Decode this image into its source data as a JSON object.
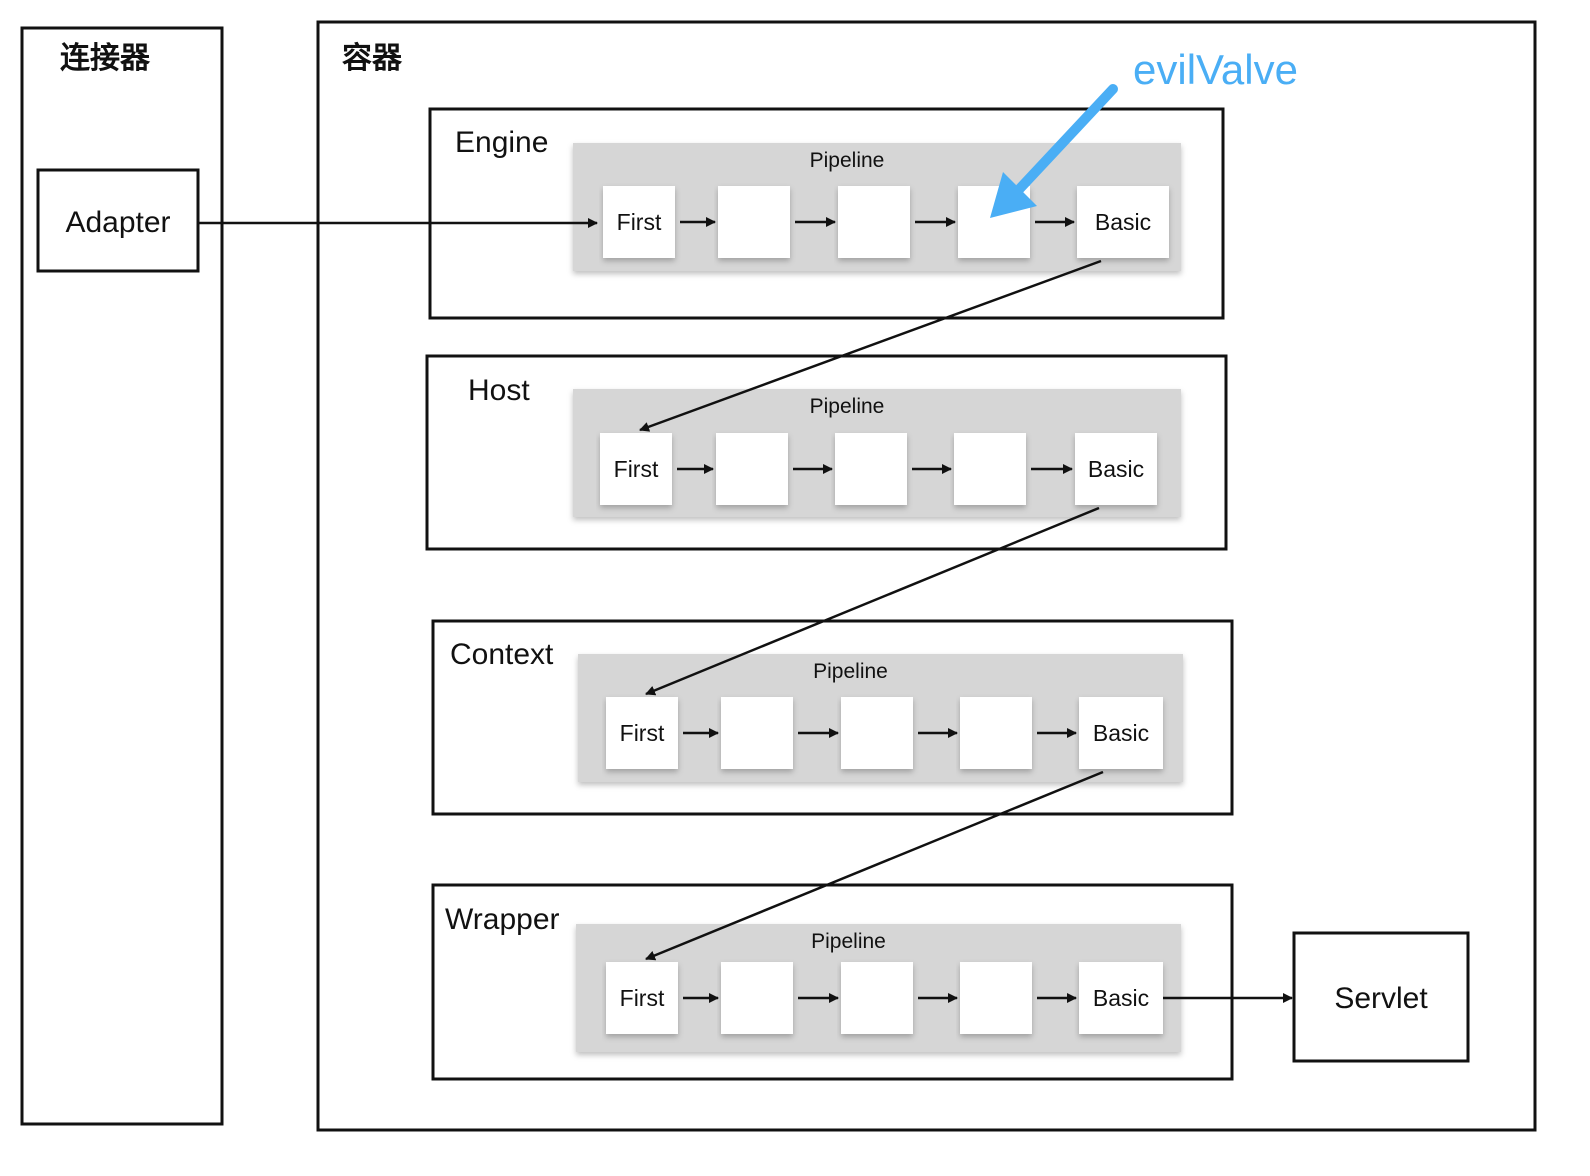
{
  "connector": {
    "title": "连接器",
    "adapter_label": "Adapter"
  },
  "container": {
    "title": "容器"
  },
  "annotation": {
    "label": "evilValve",
    "color": "#4aaef5",
    "target_container": "Engine",
    "target_valve_index": 3
  },
  "layers": [
    {
      "name": "Engine",
      "pipeline_label": "Pipeline",
      "valves": [
        "First",
        "",
        "",
        "",
        "Basic"
      ]
    },
    {
      "name": "Host",
      "pipeline_label": "Pipeline",
      "valves": [
        "First",
        "",
        "",
        "",
        "Basic"
      ]
    },
    {
      "name": "Context",
      "pipeline_label": "Pipeline",
      "valves": [
        "First",
        "",
        "",
        "",
        "Basic"
      ]
    },
    {
      "name": "Wrapper",
      "pipeline_label": "Pipeline",
      "valves": [
        "First",
        "",
        "",
        "",
        "Basic"
      ]
    }
  ],
  "servlet": {
    "label": "Servlet"
  },
  "colors": {
    "line": "#111111",
    "pipeline_bg": "#d6d6d6",
    "valve_bg": "#ffffff"
  }
}
